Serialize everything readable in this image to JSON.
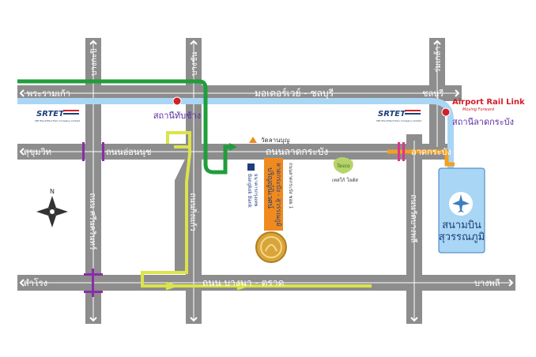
{
  "roads": {
    "top_left": "พระรามเก้า",
    "motorway": "มอเตอร์เวย์ - ชลบุรี",
    "top_right": "ชลบุรี",
    "sukhumvit": "สุขุมวิท",
    "onnut": "ถนนอ่อนนุช",
    "latkrabang_road": "ถนนลาดกระบัง",
    "latkrabang": "ลาดกระบัง",
    "samrong": "สำโรง",
    "bangna_trad": "ถนน บางนา - ตราด",
    "bangphli": "บางพลี",
    "bangkapi": "บางกะปิ",
    "bangchan": "บางชัน",
    "romklao": "ร่มเกล้า",
    "srinakarin": "ถนน ศรีนครินทร์",
    "kingkaew": "ถนนกิ่งแก้ว",
    "wat_bang_phli": "ถนนวัดบางพลี"
  },
  "rail": {
    "brand": "Airport Rail Link",
    "tagline": "Moving Forward",
    "srtet": "SRTET",
    "srtet_sub": "SRT Electrified Train Company Limited",
    "station_left": "สถานีทับช้าง",
    "station_right": "สถานีลาดกระบัง"
  },
  "airport": {
    "line1": "สนามบิน",
    "line2": "สุวรรณภูมิ"
  },
  "poi": {
    "temple": "วัดลานบุญ",
    "bank_en": "Bangkok Bank",
    "bank_th": "ธนาคารกรุงเทพ",
    "mall_line1": "ปริญญ์นิเวศน์",
    "mall_line2": "ลาดกระบัง - สุวรรณภูมิ",
    "soi": "ถนนลาดกระบัง ซอย 1",
    "tesco_logo": "Tesco",
    "tesco_label": "เทสโก้ โลตัส"
  },
  "compass": {
    "north": "N"
  },
  "colors": {
    "road": "#8d8d8d",
    "road_line": "#ffffff",
    "green_route": "#1f9e3a",
    "blue_route": "#a9d6f5",
    "yellow_route": "#dbe44a",
    "orange_route": "#f4a021",
    "purple_junction": "#8a2da8",
    "pink_junction": "#e0348a",
    "airport_fill": "#a9d6f5",
    "station_text": "#5b2aa0",
    "rail_red": "#d22027",
    "mall_orange": "#f08a1e"
  }
}
